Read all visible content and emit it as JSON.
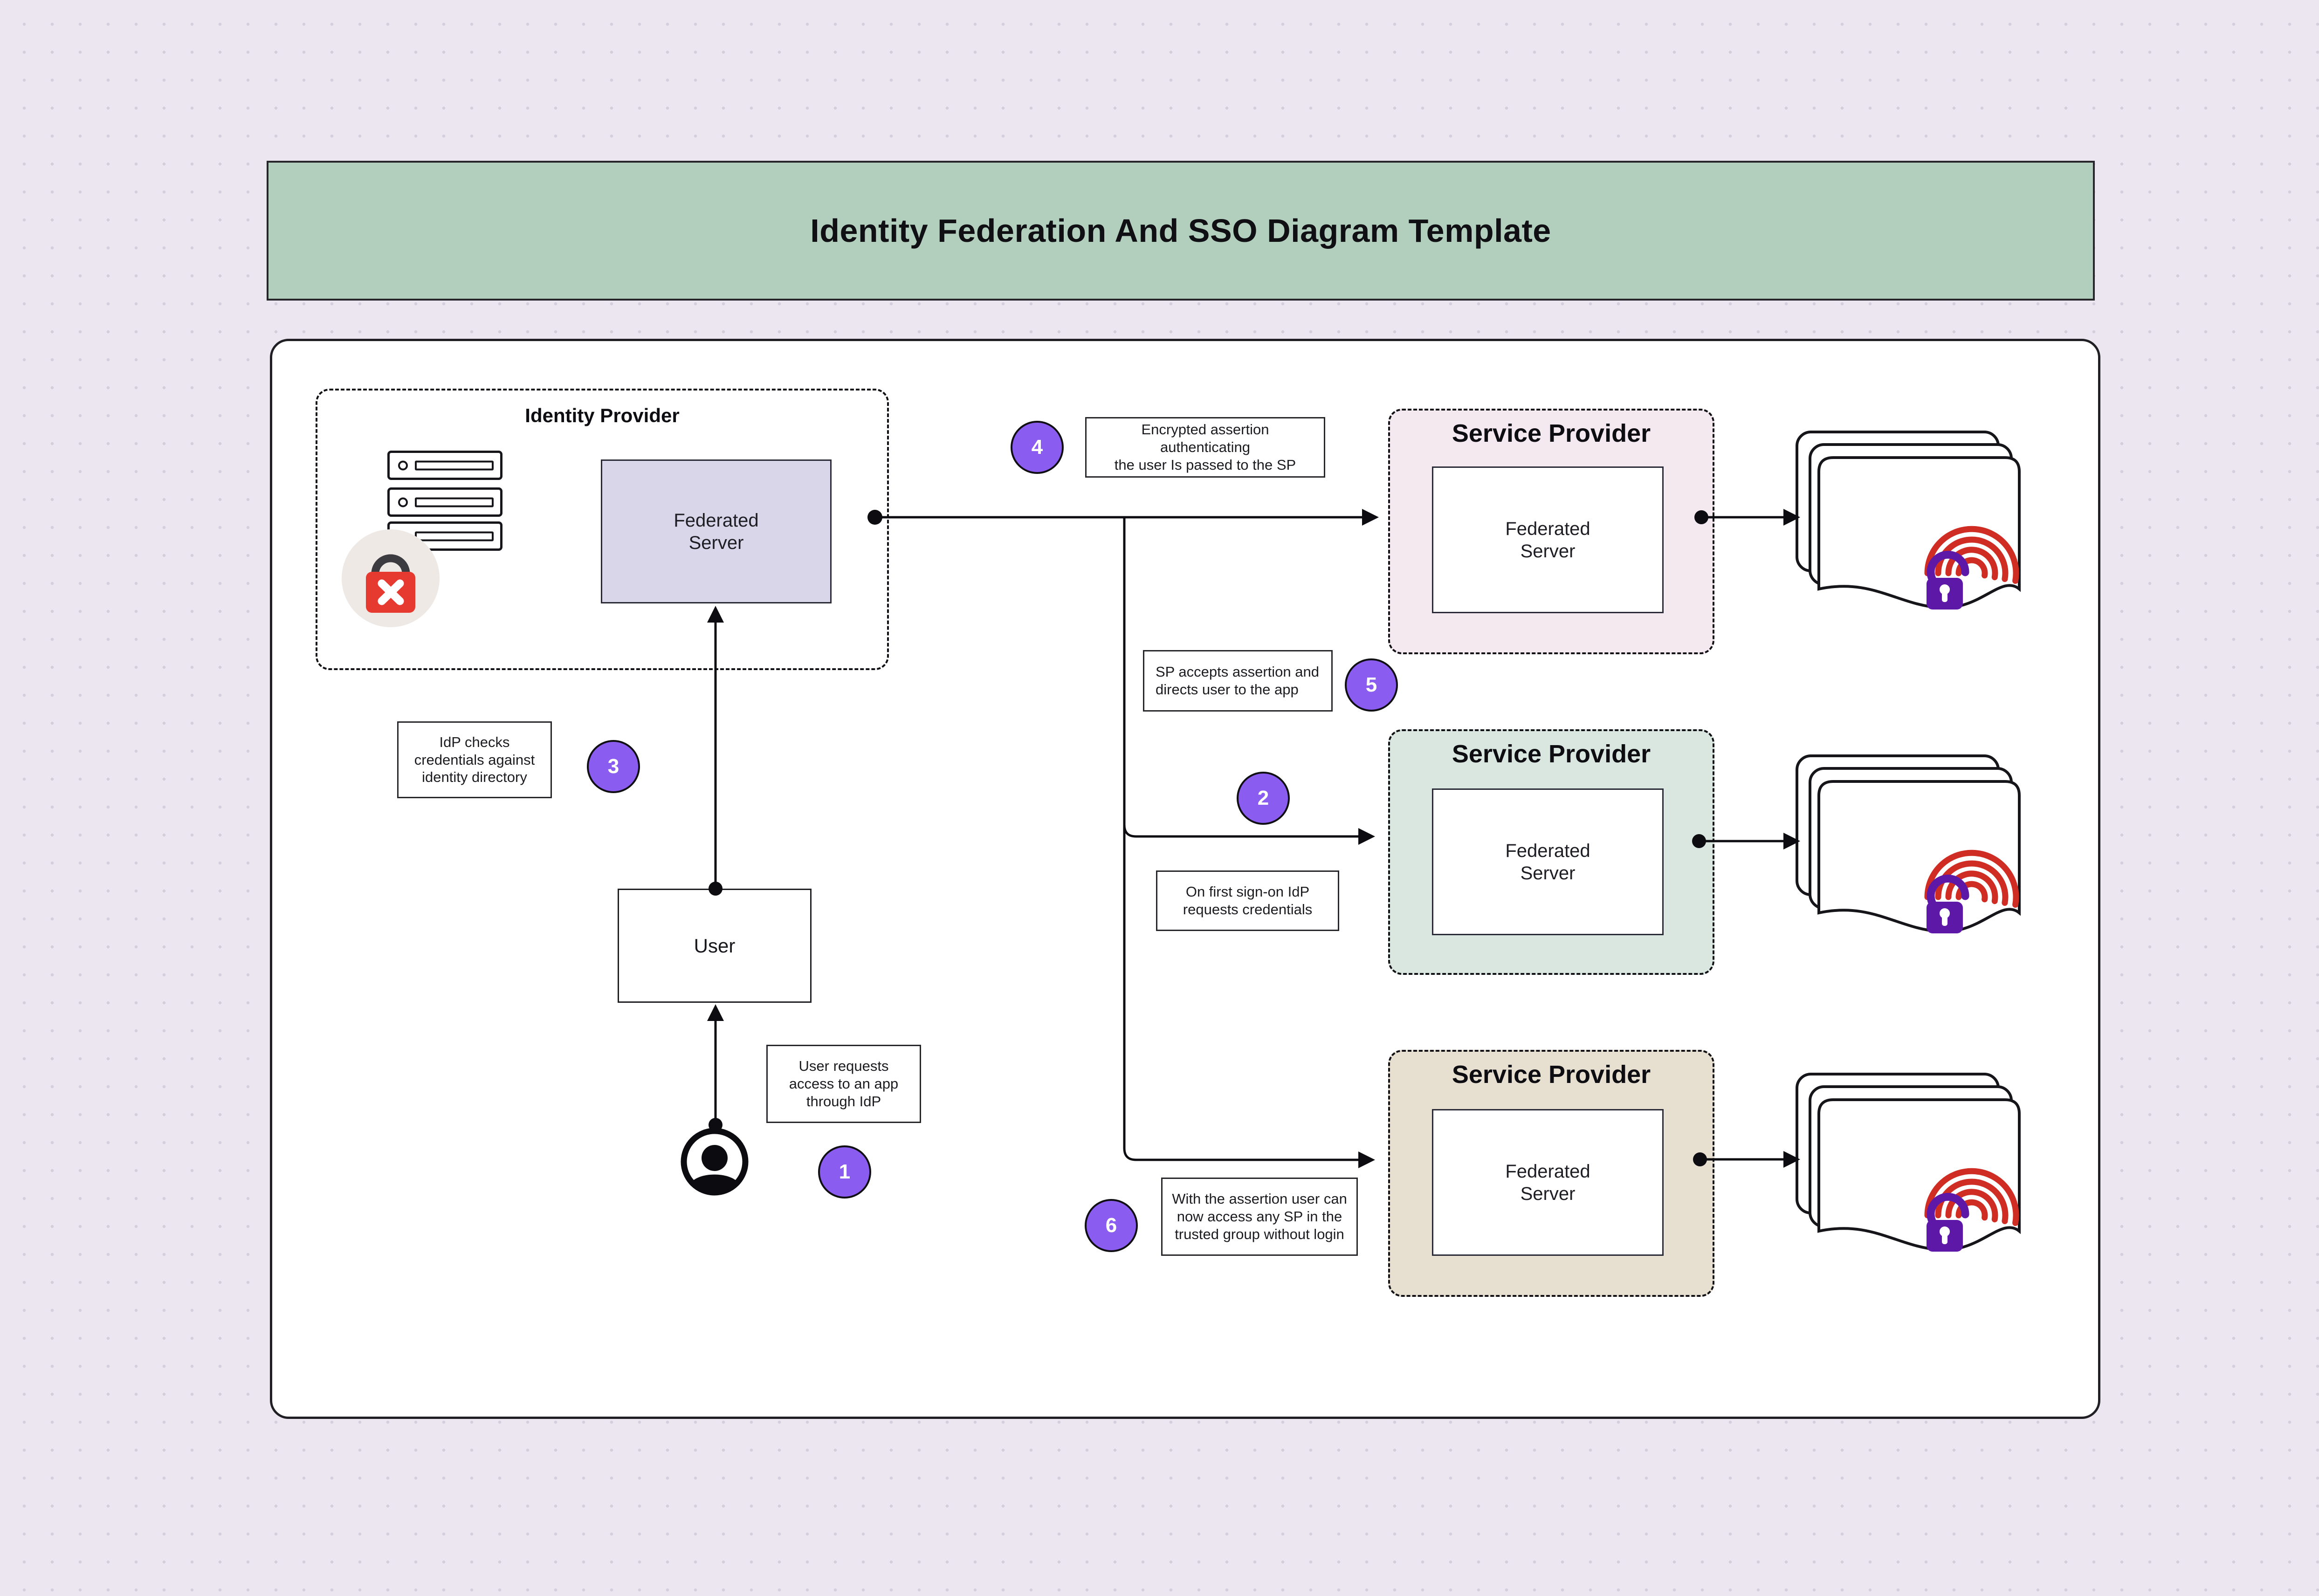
{
  "title": "Identity Federation And SSO Diagram Template",
  "identity_provider": {
    "label": "Identity Provider",
    "server_label": "Federated\nServer"
  },
  "user_box": {
    "label": "User"
  },
  "service_providers": [
    {
      "label": "Service Provider",
      "server_label": "Federated\nServer"
    },
    {
      "label": "Service Provider",
      "server_label": "Federated\nServer"
    },
    {
      "label": "Service Provider",
      "server_label": "Federated\nServer"
    }
  ],
  "steps": [
    {
      "number": "1",
      "text": "User requests\naccess to an app\nthrough IdP"
    },
    {
      "number": "2",
      "text": "On first sign-on IdP\nrequests credentials"
    },
    {
      "number": "3",
      "text": "IdP checks\ncredentials against\nidentity directory"
    },
    {
      "number": "4",
      "text": "Encrypted assertion\nauthenticating\nthe user Is passed to the SP"
    },
    {
      "number": "5",
      "text": "SP accepts assertion and\ndirects user to the app"
    },
    {
      "number": "6",
      "text": "With the assertion user can\nnow access any SP in the\ntrusted group without login"
    }
  ],
  "colors": {
    "accent_purple": "#8a5cf0",
    "banner_green": "#b2cfbd",
    "sp1_bg": "#f5e9f0",
    "sp2_bg": "#d9e7e0",
    "sp3_bg": "#e7e0d1",
    "idp_server_bg": "#d9d6ea",
    "lock_red": "#e6392f",
    "fingerprint_red": "#cf2d24",
    "lock_purple": "#5d18a8"
  }
}
